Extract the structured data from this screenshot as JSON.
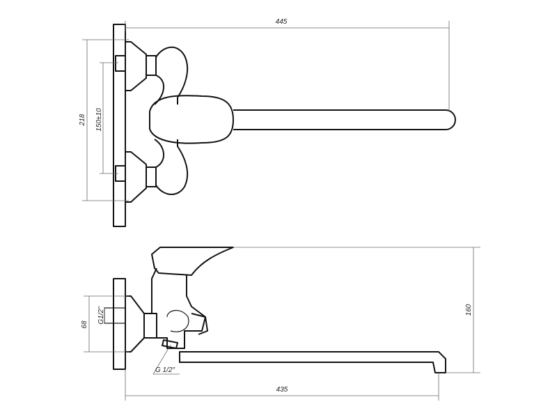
{
  "drawing": {
    "top_view": {
      "overall_length": "445",
      "inlet_height": "218",
      "inlet_spacing": "150±10"
    },
    "side_view": {
      "escutcheon_diameter": "68",
      "inlet_thread": "G1/2\"",
      "outlet_thread": "G 1/2\"",
      "height": "160",
      "spout_reach": "435"
    }
  }
}
